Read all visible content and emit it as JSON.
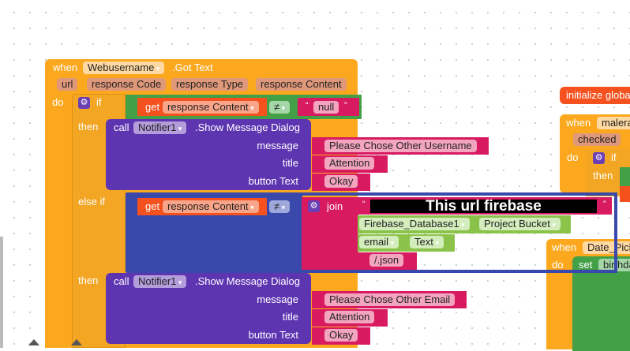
{
  "event1": {
    "when": "when",
    "component": "Webusername",
    "event": ".Got Text",
    "params": [
      "url",
      "response Code",
      "response Type",
      "response Content"
    ],
    "do": "do"
  },
  "if1": {
    "if": "if",
    "then": "then",
    "else_if": "else if",
    "then2": "then"
  },
  "cond1": {
    "get": "get",
    "var": "response Content",
    "op": "≠",
    "value": "null"
  },
  "call1": {
    "call": "call",
    "component": "Notifier1",
    "method": ".Show Message Dialog",
    "labels": [
      "message",
      "title",
      "button Text"
    ],
    "values": [
      "Please Chose Other Username",
      "Attention",
      "Okay"
    ]
  },
  "cond2": {
    "get": "get",
    "var": "response Content",
    "op": "≠",
    "join": "join",
    "redacted_text": "This url firebase",
    "firebase_comp": "Firebase_Database1",
    "firebase_prop": "Project Bucket",
    "email_comp": "email",
    "email_prop": "Text",
    "json": "/.json"
  },
  "call2": {
    "call": "call",
    "component": "Notifier1",
    "method": ".Show Message Dialog",
    "labels": [
      "message",
      "title",
      "button Text"
    ],
    "values": [
      "Please Chose Other Email",
      "Attention",
      "Okay"
    ]
  },
  "right": {
    "init": "initialize globa",
    "when": "when",
    "component": "malera",
    "checked": "checked",
    "do": "do",
    "if": "if",
    "then": "then",
    "when2": "when",
    "component2": "Date_Pick",
    "do2": "do",
    "set": "set",
    "set_target": "birthda"
  },
  "colors": {
    "event": "#FBA81E",
    "logic": "#43A047",
    "variable": "#F4511E",
    "component": "#5E35B1",
    "text": "#D81B60",
    "annotation": "#3949AB"
  }
}
